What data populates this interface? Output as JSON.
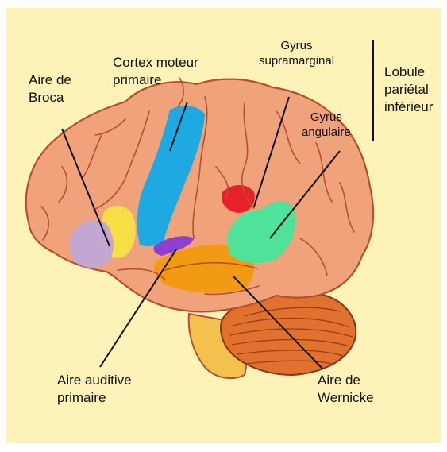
{
  "labels": {
    "broca": "Aire de\nBroca",
    "motor": "Cortex moteur\nprimaire",
    "supramarginal": "Gyrus\nsupramarginal",
    "angular": "Gyrus\nangulaire",
    "lobule": "Lobule\npariétal\ninférieur",
    "auditory": "Aire auditive\nprimaire",
    "wernicke": "Aire de\nWernicke"
  },
  "colors": {
    "background": "#fdf2b8",
    "cortex": "#f0a27a",
    "sulcus": "#b5502f",
    "broca": "#c4a6d2",
    "prefrontal_yellow": "#f6df45",
    "motor": "#1fa9e2",
    "auditory": "#8d3fd0",
    "temporal_orange": "#f29a13",
    "supramarginal": "#e8202a",
    "angular": "#4fe29a",
    "cerebellum": "#e0712f",
    "brainstem": "#f2c24c"
  }
}
